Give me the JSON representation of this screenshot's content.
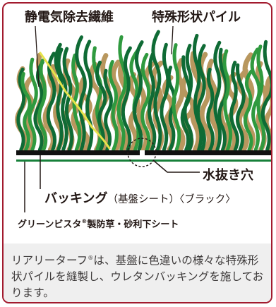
{
  "colors": {
    "frame": "#a21a2e",
    "grass_dark": "#0f6b35",
    "grass_mid": "#2f9a3f",
    "pile_tan": "#b8975e",
    "static_yellow": "#e6e34a",
    "backing": "#111111",
    "sheet_green": "#17803a",
    "caption_bg": "#efefef"
  },
  "labels": {
    "antistatic": "静電気除去繊維",
    "pile": "特殊形状パイル",
    "drain_hole": "水抜き穴",
    "backing_main": "バッキング",
    "backing_sub": "（基盤シート）〈ブラック〉",
    "sheet_pre": "グリーンビスタ",
    "sheet_reg": "®",
    "sheet_post": "製防草・砂利下シート"
  },
  "caption": {
    "pre": "リアリーターフ",
    "reg": "®",
    "post": "は、基盤に色違いの様々な特殊形状パイルを縫製し、ウレタンバッキングを施しております。"
  }
}
